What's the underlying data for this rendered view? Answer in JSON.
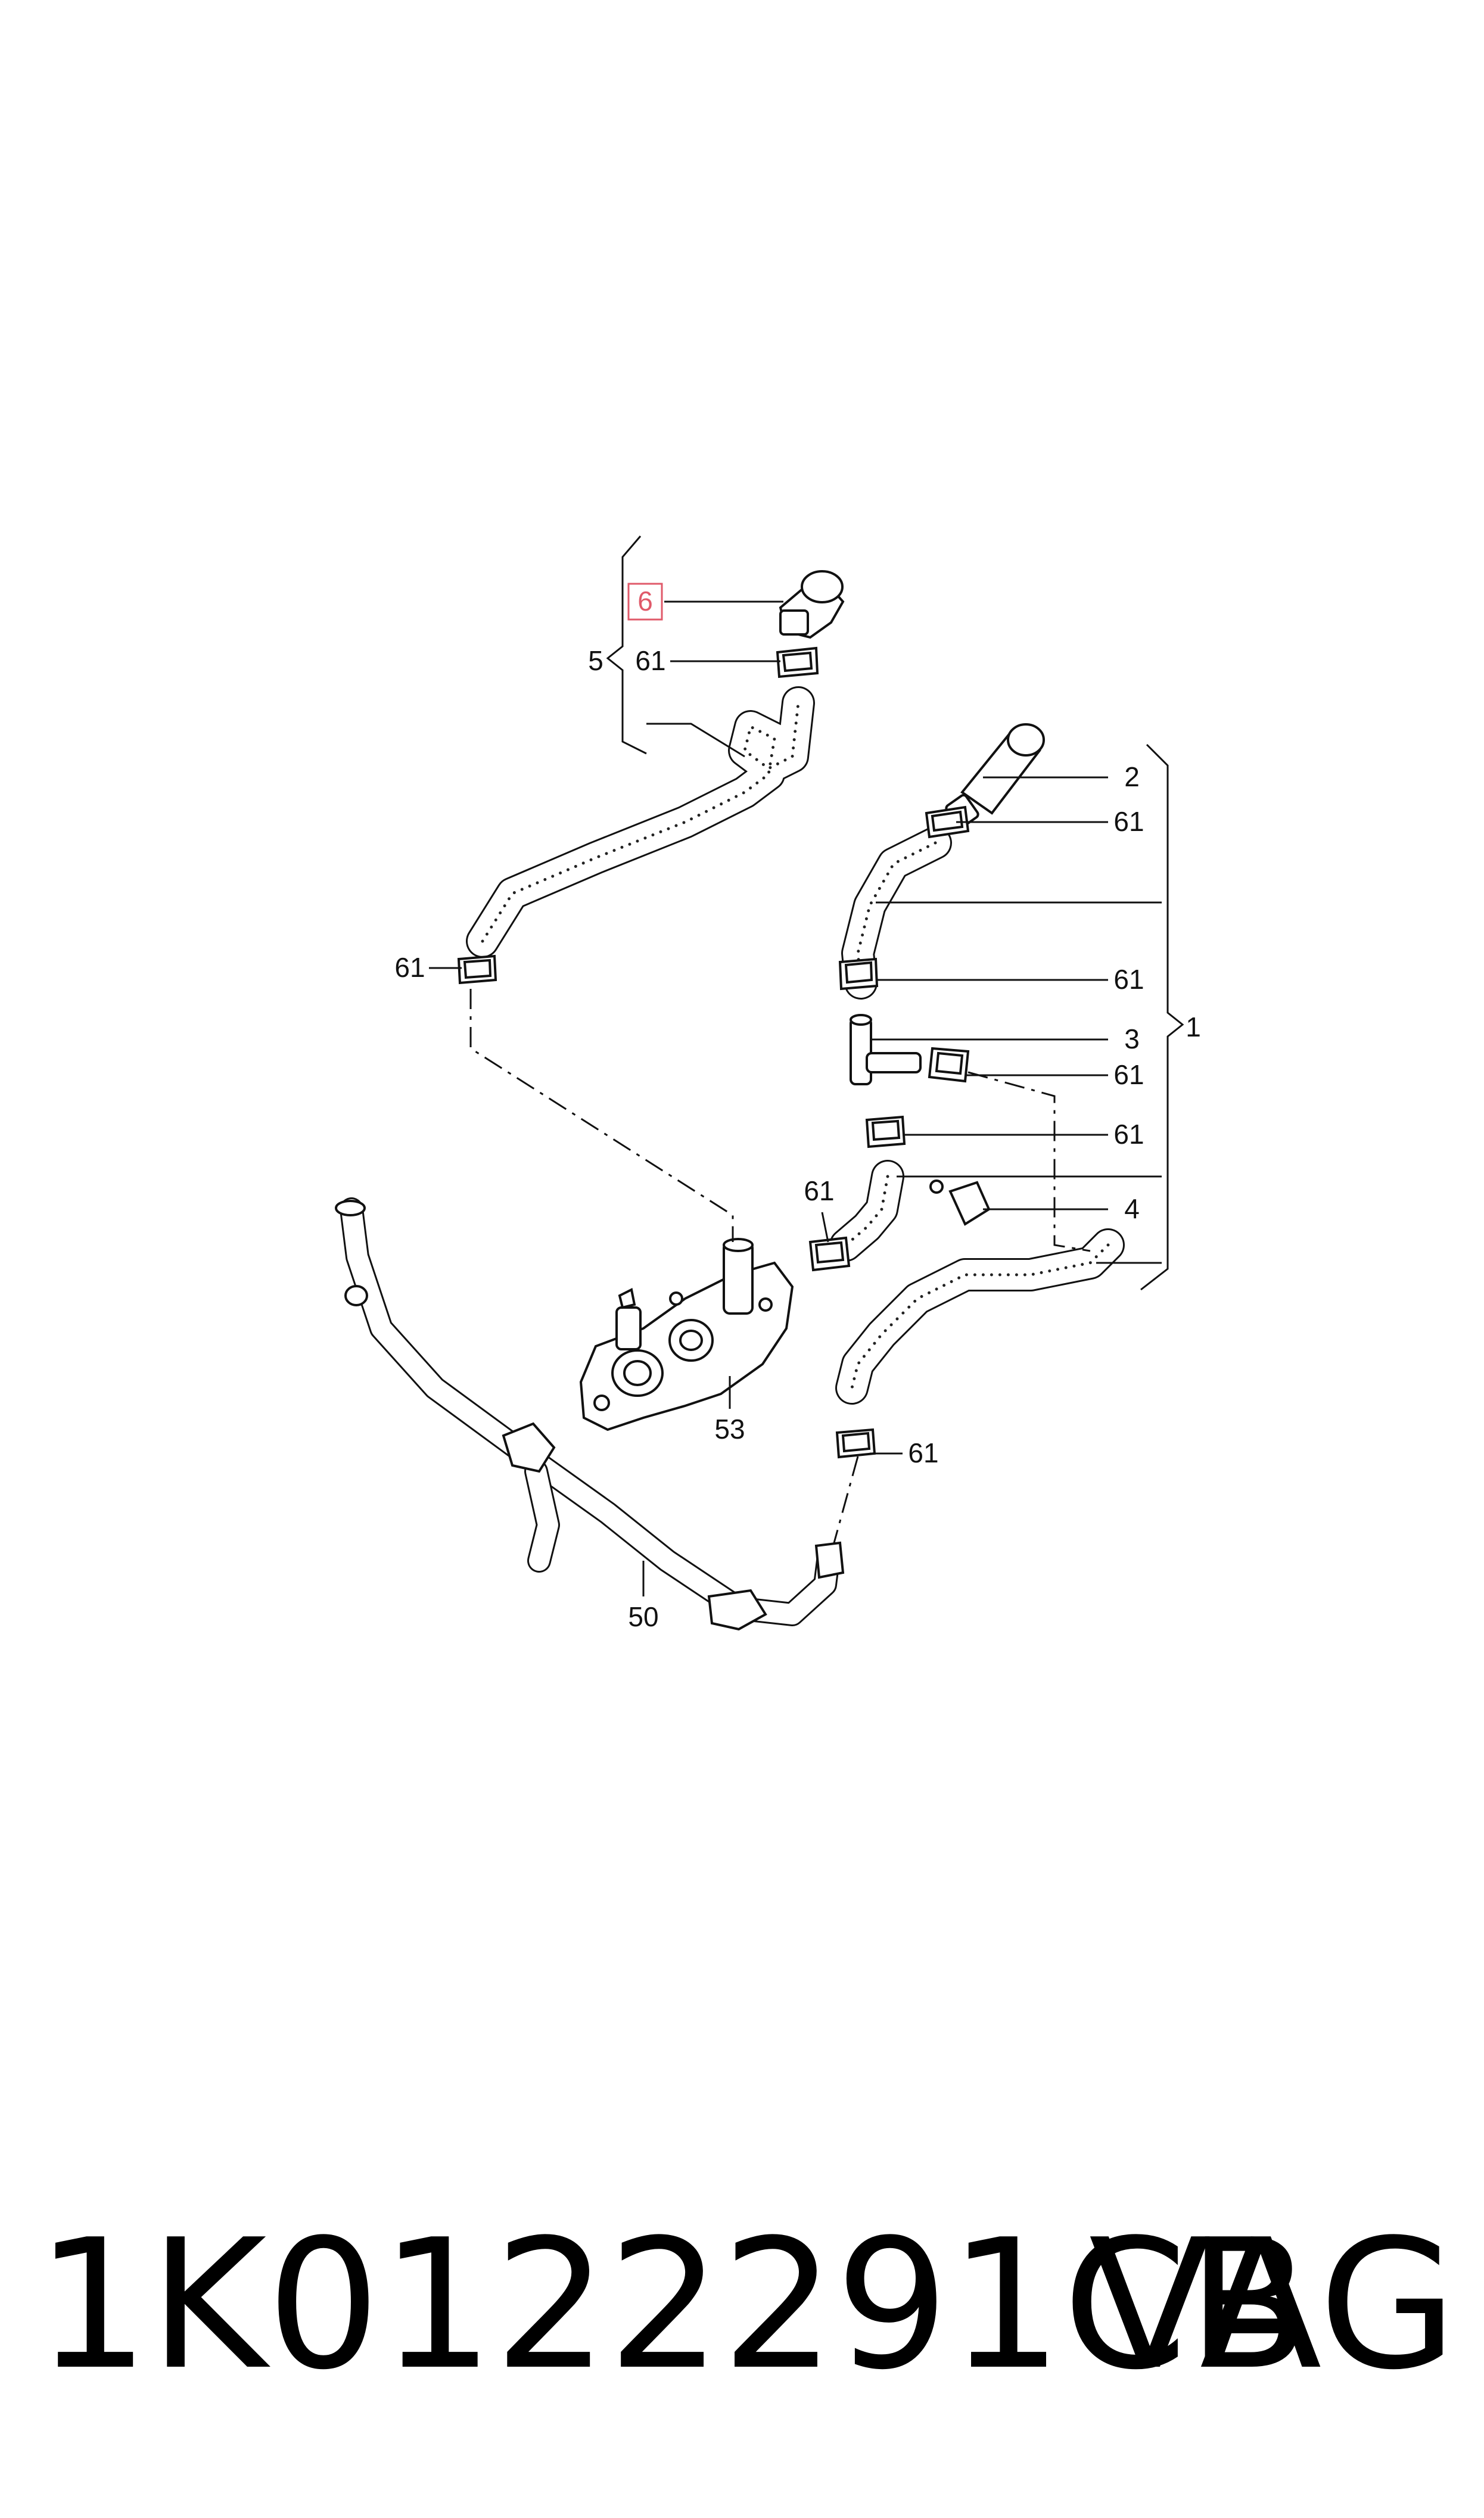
{
  "highlight_color": "#e05a6a",
  "callouts": {
    "c1": "1",
    "c2": "2",
    "c3": "3",
    "c4": "4",
    "c5": "5",
    "c6": "6",
    "c61_a": "61",
    "c61_b": "61",
    "c61_c": "61",
    "c61_d": "61",
    "c61_e": "61",
    "c61_f": "61",
    "c61_g": "61",
    "c61_h": "61",
    "c50": "50",
    "c53": "53"
  },
  "footer": {
    "part_number": "1K0122291CB",
    "brand": "VAG"
  }
}
